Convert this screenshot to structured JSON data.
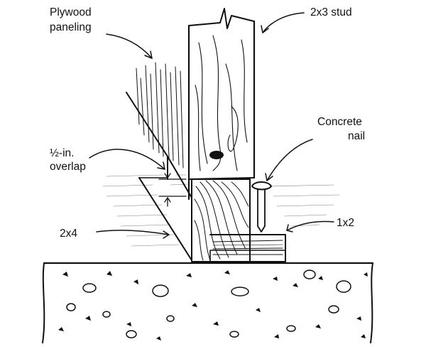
{
  "labels": {
    "plywood_line1": "Plywood",
    "plywood_line2": "paneling",
    "stud": "2x3 stud",
    "concrete_line1": "Concrete",
    "concrete_line2": "nail",
    "overlap_line1": "½-in.",
    "overlap_line2": "overlap",
    "two_by_four": "2x4",
    "one_by_two": "1x2"
  },
  "colors": {
    "ink": "#111111",
    "paper": "#ffffff"
  }
}
